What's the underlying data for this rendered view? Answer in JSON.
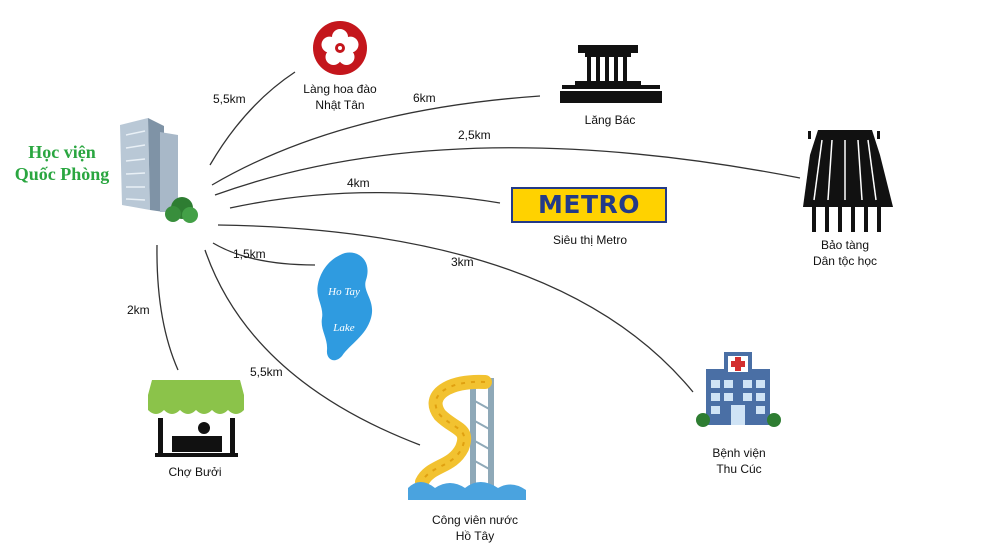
{
  "origin": {
    "name": "Học viện\nQuốc Phòng"
  },
  "destinations": [
    {
      "key": "nhat_tan",
      "label": "Làng hoa đào\nNhật Tân",
      "distance": "5,5km"
    },
    {
      "key": "lang_bac",
      "label": "Lăng Bác",
      "distance": "6km"
    },
    {
      "key": "bao_tang",
      "label": "Bảo tàng\nDân tộc học",
      "distance": "2,5km"
    },
    {
      "key": "metro",
      "label": "Siêu thị Metro",
      "distance": "4km",
      "logo_text": "METRO"
    },
    {
      "key": "ho_tay",
      "label": "",
      "distance": "1,5km",
      "lake_text": "Ho Tay\n\nLake"
    },
    {
      "key": "thu_cuc",
      "label": "Bệnh viện\nThu Cúc",
      "distance": "3km"
    },
    {
      "key": "cho_buoi",
      "label": "Chợ Bưởi",
      "distance": "2km"
    },
    {
      "key": "cong_vien",
      "label": "Công viên nước\nHồ Tây",
      "distance": "5,5km"
    }
  ],
  "colors": {
    "origin_text": "#2aa640",
    "line": "#333333",
    "metro_bg": "#ffd200",
    "metro_text": "#233a88",
    "lake": "#2f9be0",
    "flower": "#c4161c",
    "market_green": "#8bc34a",
    "hospital_cross": "#d32f2f"
  },
  "icons": [
    "building-icon",
    "flower-icon",
    "mausoleum-icon",
    "stilt-house-icon",
    "metro-logo",
    "lake-icon",
    "hospital-icon",
    "market-stall-icon",
    "water-slide-icon"
  ]
}
